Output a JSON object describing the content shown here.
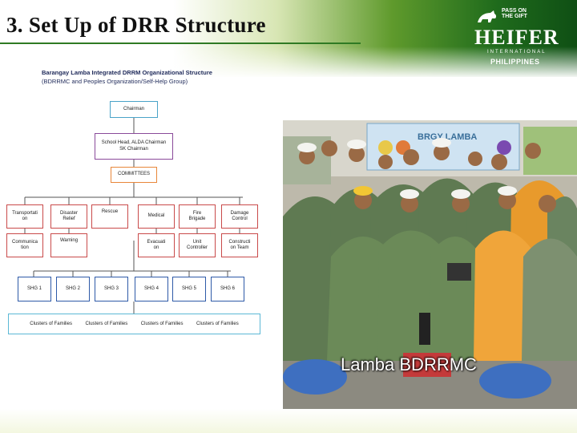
{
  "slide": {
    "title": "3. Set Up of DRR Structure"
  },
  "logo": {
    "tagline": "PASS ON THE GIFT",
    "name": "HEIFER",
    "sub": "INTERNATIONAL",
    "country": "PHILIPPINES",
    "brand_color": "#1f6b1c"
  },
  "org_chart": {
    "title": "Barangay Lamba Integrated DRRM Organizational Structure",
    "subtitle": "(BDRRMC and Peoples Organization/Self-Help Group)",
    "chairman": "Chairman",
    "vice": [
      "School Head, ALDA Chairman",
      "SK Chairman"
    ],
    "committees_label": "COMMITTEES",
    "committees_row1": [
      [
        "Transportati",
        "on"
      ],
      [
        "Disaster",
        "Relief"
      ],
      [
        "Rescue"
      ],
      [
        "Medical"
      ],
      [
        "Fire",
        "Brigade"
      ],
      [
        "Damage",
        "Control"
      ]
    ],
    "committees_row2": [
      [
        "Communica",
        "tion"
      ],
      [
        "Warning"
      ],
      [
        "Evacuati",
        "on"
      ],
      [
        "Unit",
        "Controller"
      ],
      [
        "Constructi",
        "on Team"
      ]
    ],
    "shg": [
      "SHG 1",
      "SHG 2",
      "SHG 3",
      "SHG 4",
      "SHG 5",
      "SHG 6"
    ],
    "clusters": [
      "Clusters of Families",
      "Clusters of Families",
      "Clusters of Families",
      "Clusters of Families"
    ]
  },
  "photo": {
    "caption": "Lamba BDRRMC",
    "banner_text": "BRGY LAMBA"
  }
}
